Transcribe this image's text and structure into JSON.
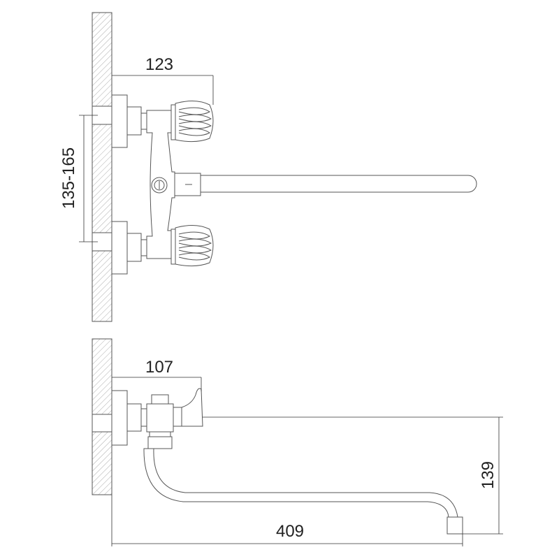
{
  "dimensions": {
    "top_depth": "123",
    "center_spacing": "135-165",
    "bottom_depth": "107",
    "spout_length": "409",
    "spout_height": "139"
  }
}
